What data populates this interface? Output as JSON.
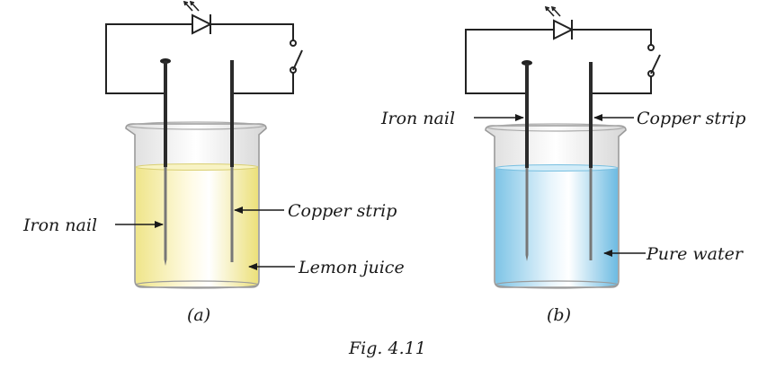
{
  "setup_a": {
    "caption": "(a)",
    "labels": {
      "iron_nail": "Iron nail",
      "copper_strip": "Copper strip",
      "solution": "Lemon juice"
    },
    "liquid_color": "#f3ec9c"
  },
  "setup_b": {
    "caption": "(b)",
    "labels": {
      "iron_nail": "Iron nail",
      "copper_strip": "Copper strip",
      "solution": "Pure water"
    },
    "liquid_color": "#8fcdea"
  },
  "figure_caption": "Fig. 4.11",
  "colors": {
    "wire": "#222222",
    "electrode": "#2b2b2b",
    "beaker_outline": "#9a9a9a"
  }
}
